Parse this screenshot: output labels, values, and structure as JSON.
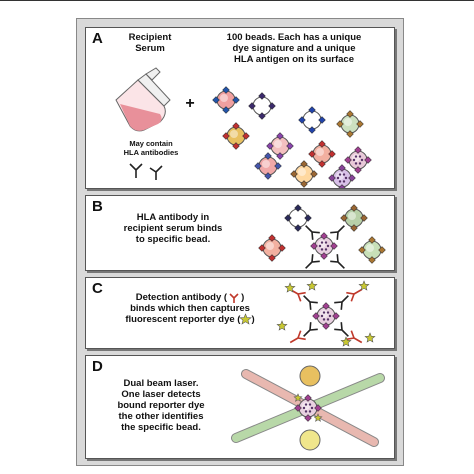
{
  "panels": {
    "a": {
      "letter": "A",
      "recipient_line1": "Recipient",
      "recipient_line2": "Serum",
      "may_contain_line1": "May contain",
      "may_contain_line2": "HLA antibodies",
      "plus": "+",
      "beads_line1": "100 beads. Each has a unique",
      "beads_line2": "dye signature and a unique",
      "beads_line3": "HLA antigen on its surface"
    },
    "b": {
      "letter": "B",
      "line1": "HLA antibody in",
      "line2": "recipient serum binds",
      "line3": "to specific bead."
    },
    "c": {
      "letter": "C",
      "line1_prefix": "Detection antibody (",
      "line1_suffix": ")",
      "line2": "binds which then captures",
      "line3_prefix": "fluorescent reporter dye (",
      "line3_suffix": ")"
    },
    "d": {
      "letter": "D",
      "line1": "Dual beam laser.",
      "line2": "One laser detects",
      "line3": "bound reporter dye",
      "line4": "the other identifies",
      "line5": "the specific bead."
    }
  },
  "colors": {
    "tube_liquid": "#e8909a",
    "antibody": "#222222",
    "detection_antibody": "#c0392b",
    "reporter_dye": "#c8c832",
    "laser_pink": "#e8b8b0",
    "laser_green": "#b8d8a8",
    "bead_orange": "#e8c060",
    "bead_yellow": "#f0e68c"
  }
}
